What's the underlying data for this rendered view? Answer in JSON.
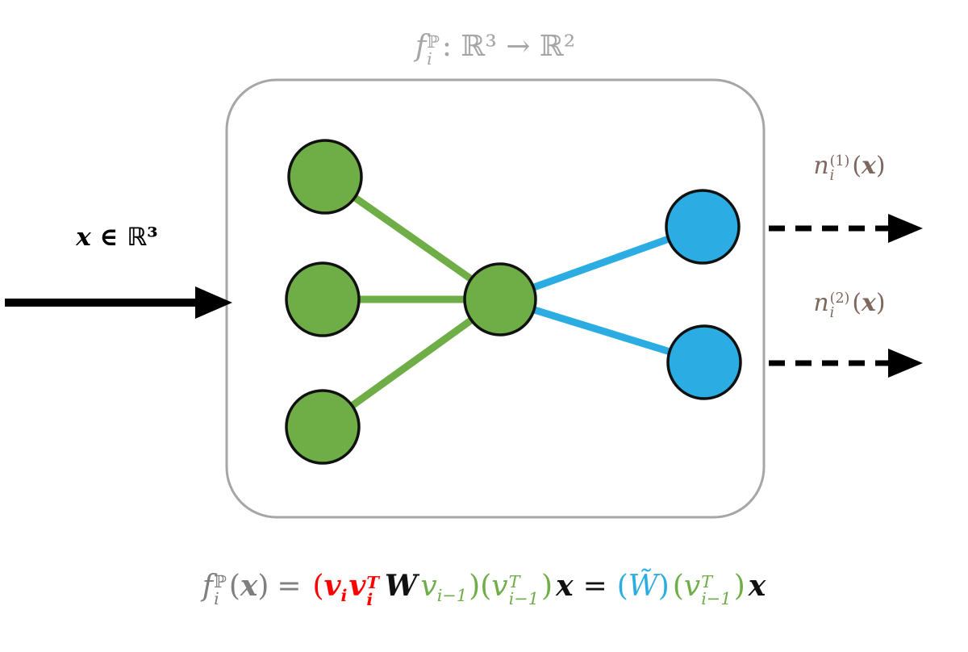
{
  "colors": {
    "green": "#6fad47",
    "blue": "#2bace2",
    "red": "#ff0000",
    "gray": "#a6a6a6",
    "eq_gray": "#7f7f7f",
    "brown": "#7e675f",
    "black": "#111111",
    "node_stroke": "#111111",
    "arrow": "#000000"
  },
  "title": {
    "f": "f",
    "sup": "ℙ",
    "sub": "i",
    "rest": ": ℝ³ → ℝ²"
  },
  "input_label": {
    "x": "x",
    "rest": " ∈ ℝ³"
  },
  "output_labels": [
    {
      "base": "n",
      "sup": "(1)",
      "sub": "i",
      "open": "(",
      "x": "x",
      "close": ")"
    },
    {
      "base": "n",
      "sup": "(2)",
      "sub": "i",
      "open": "(",
      "x": "x",
      "close": ")"
    }
  ],
  "diagram": {
    "input_node_count": 3,
    "hidden_node_count": 1,
    "output_node_count": 2,
    "input_node_color": "green",
    "hidden_node_color": "green",
    "output_node_color": "blue"
  },
  "equation": {
    "f": "f",
    "f_sup": "ℙ",
    "f_sub": "i",
    "lhs_open": "(",
    "lhs_x": "x",
    "lhs_close": ")",
    "equals1": "=",
    "red_open": "(",
    "red_v1": "v",
    "red_v1_sub": "i",
    "red_v2": "v",
    "red_v2_sup": "T",
    "red_v2_sub": "i",
    "W": "W",
    "green1_v": "v",
    "green1_sub": "i−1",
    "green1_close": ")",
    "green2_open": "(",
    "green2_v": "v",
    "green2_sup": "T",
    "green2_sub": "i−1",
    "green2_close": ")",
    "x1": "x",
    "equals2": "=",
    "blue_open": "(",
    "W_tilde": "W̃",
    "blue_close": ")",
    "green3_open": "(",
    "green3_v": "v",
    "green3_sup": "T",
    "green3_sub": "i−1",
    "green3_close": ")",
    "x2": "x"
  }
}
